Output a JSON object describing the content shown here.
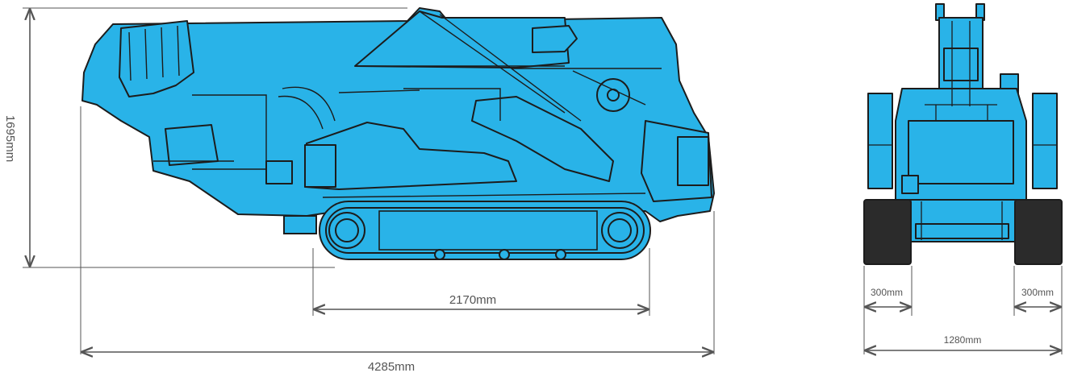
{
  "colors": {
    "body": "#29b3e8",
    "outline": "#1c1c1c",
    "track_rubber": "#2b2b2b",
    "dimension_line": "#555555",
    "background": "#ffffff"
  },
  "side_view": {
    "height_label": "1695mm",
    "track_length_label": "2170mm",
    "overall_length_label": "4285mm"
  },
  "front_view": {
    "track_width_left_label": "300mm",
    "track_width_right_label": "300mm",
    "overall_width_label": "1280mm"
  }
}
